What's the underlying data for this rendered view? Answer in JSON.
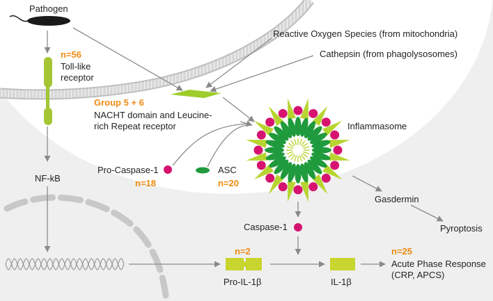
{
  "labels": {
    "pathogen": "Pathogen",
    "tlr_line1": "Toll-like",
    "tlr_line2": "receptor",
    "ros": "Reactive Oxygen Species (from mitochondria)",
    "cathepsin": "Cathepsin (from phagolysosomes)",
    "group": "Group 5 + 6",
    "nlr_line1": "NACHT domain and Leucine-",
    "nlr_line2": "rich Repeat receptor",
    "inflammasome": "Inflammasome",
    "nfkb": "NF-kB",
    "pro_caspase": "Pro-Caspase-1",
    "asc": "ASC",
    "gasdermin": "Gasdermin",
    "caspase": "Caspase-1",
    "pyroptosis": "Pyroptosis",
    "pro_il1b": "Pro-IL-1β",
    "il1b": "IL-1β",
    "acute_line1": "Acute Phase Response",
    "acute_line2": "(CRP, APCS)"
  },
  "counts": {
    "tlr": "n=56",
    "pro_caspase": "n=18",
    "asc": "n=20",
    "pro_il1b": "n=2",
    "acute": "n=25"
  },
  "colors": {
    "background": "#efefef",
    "membrane": "#c9c9c9",
    "dark_green": "#1f9a3c",
    "light_green": "#b7d430",
    "magenta": "#d6136f",
    "orange": "#ee8a12",
    "arrow": "#8a8a8a",
    "pathogen": "#1a1a1a"
  }
}
